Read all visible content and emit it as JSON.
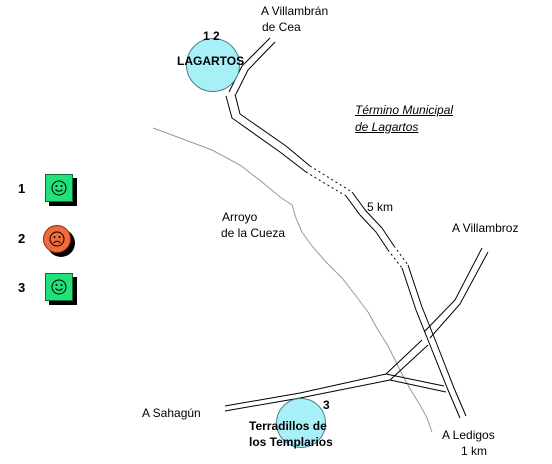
{
  "towns": {
    "lagartos": {
      "name": "LAGARTOS",
      "markers": "1 2"
    },
    "terradillos": {
      "name_line1": "Terradillos de",
      "name_line2": "los Templarios",
      "markers": "3"
    }
  },
  "destinations": {
    "villambran_line1": "A Villambrán",
    "villambran_line2": "de Cea",
    "villambroz": "A  Villambroz",
    "sahagun": "A  Sahagún",
    "ledigos_line1": "A  Ledigos",
    "ledigos_line2": "1 km"
  },
  "termino": {
    "line1": "Término Municipal",
    "line2": "de Lagartos"
  },
  "stream": {
    "line1": "Arroyo",
    "line2": "de la Cueza"
  },
  "distance_label": "5 km",
  "legend": [
    {
      "number": "1",
      "mood": "happy-icon",
      "color": "#22e07a"
    },
    {
      "number": "2",
      "mood": "sad-icon",
      "color": "#f06a3a"
    },
    {
      "number": "3",
      "mood": "happy-icon",
      "color": "#22e07a"
    }
  ],
  "colors": {
    "town_fill": "#a8f0f8",
    "stream": "#9a9a9a",
    "road": "#000000"
  }
}
